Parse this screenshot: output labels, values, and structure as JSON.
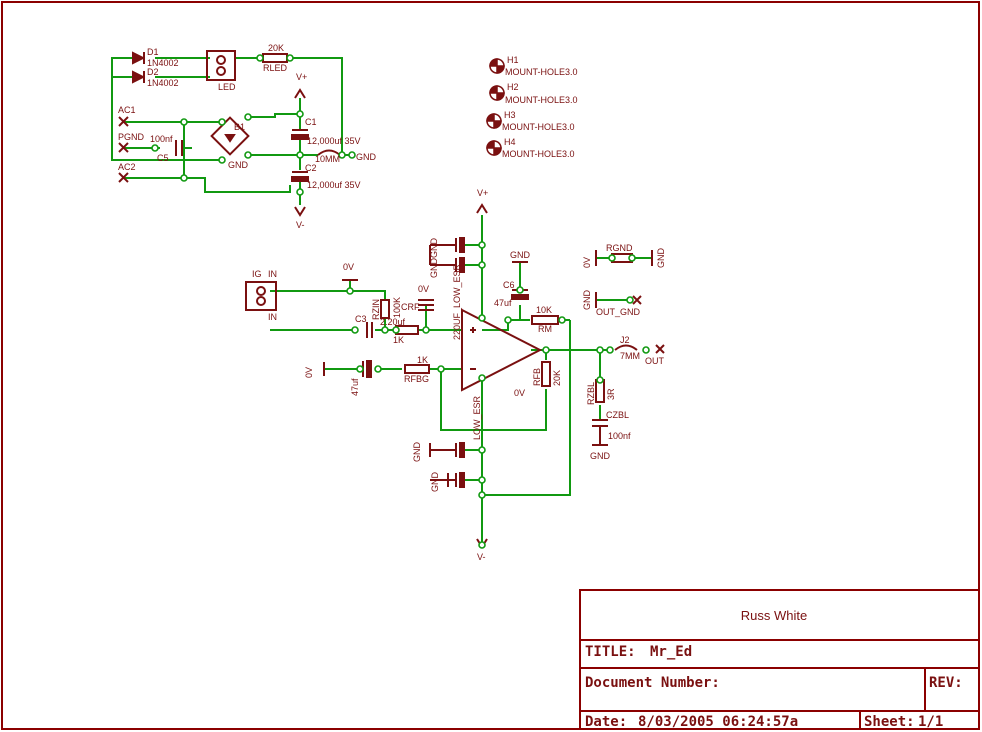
{
  "colors": {
    "frame": "#8b0000",
    "wire": "#119911",
    "part": "#7a1010"
  },
  "title_block": {
    "author": "Russ White",
    "title_label": "TITLE:",
    "title_value": "Mr_Ed",
    "doc_number_label": "Document Number:",
    "rev_label": "REV:",
    "date_label": "Date:",
    "date_value": "8/03/2005 06:24:57a",
    "sheet_label": "Sheet:",
    "sheet_value": "1/1"
  },
  "power_section": {
    "d1": "D1",
    "d1_part": "1N4002",
    "d2": "D2",
    "d2_part": "1N4002",
    "led": "LED",
    "rled": "RLED",
    "rled_value": "20K",
    "ac1": "AC1",
    "ac2": "AC2",
    "pgnd": "PGND",
    "c_snub": "C5",
    "c_snub_value": "100nf",
    "b1": "B1",
    "gnd": "GND",
    "gnd2": "GND",
    "c1": "C1",
    "c1_value": "12,000uf 35V",
    "c2": "C2",
    "c2_value": "12,000uf 35V",
    "j1_value": "10MM",
    "vplus": "V+",
    "vminus": "V-"
  },
  "mount_holes": [
    {
      "ref": "H1",
      "value": "MOUNT-HOLE3.0"
    },
    {
      "ref": "H2",
      "value": "MOUNT-HOLE3.0"
    },
    {
      "ref": "H3",
      "value": "MOUNT-HOLE3.0"
    },
    {
      "ref": "H4",
      "value": "MOUNT-HOLE3.0"
    }
  ],
  "amp_section": {
    "vplus": "V+",
    "vminus": "V-",
    "gnd_top1": "GND",
    "gnd_top2": "GND",
    "gnd_c6": "GND",
    "c6": "C6",
    "c6_value": "47uf",
    "low_esr_top": "220UF_LOW_ESR",
    "low_esr_bot": "LOW_ESR",
    "ig": "IG",
    "in1": "IN",
    "in2": "IN",
    "v0_1": "0V",
    "v0_2": "0V",
    "v0_3": "0V",
    "v0_c7": "0V",
    "c7_value": "47uf",
    "rzin": "RZIN",
    "rzin_value": "100K",
    "c3": "C3",
    "c3_value": "2.20uf",
    "rin": "1K",
    "crf": "CRF",
    "rfbg": "RFBG",
    "rfbg_value": "1K",
    "rm": "RM",
    "rm_value": "10K",
    "rfb": "RFB",
    "rfb_value": "20K",
    "rgnd": "RGND",
    "out_gnd": "OUT_GND",
    "out": "OUT",
    "j2": "J2",
    "j2_value": "7MM",
    "rzbl": "RZBL",
    "rzbl_value": "3R",
    "czbl": "CZBL",
    "czbl_value": "100nf",
    "gnd_czbl": "GND",
    "gnd_bot1": "GND",
    "gnd_bot2": "GND",
    "gnd_rgnd": "GND",
    "v0_rgnd": "0V"
  }
}
